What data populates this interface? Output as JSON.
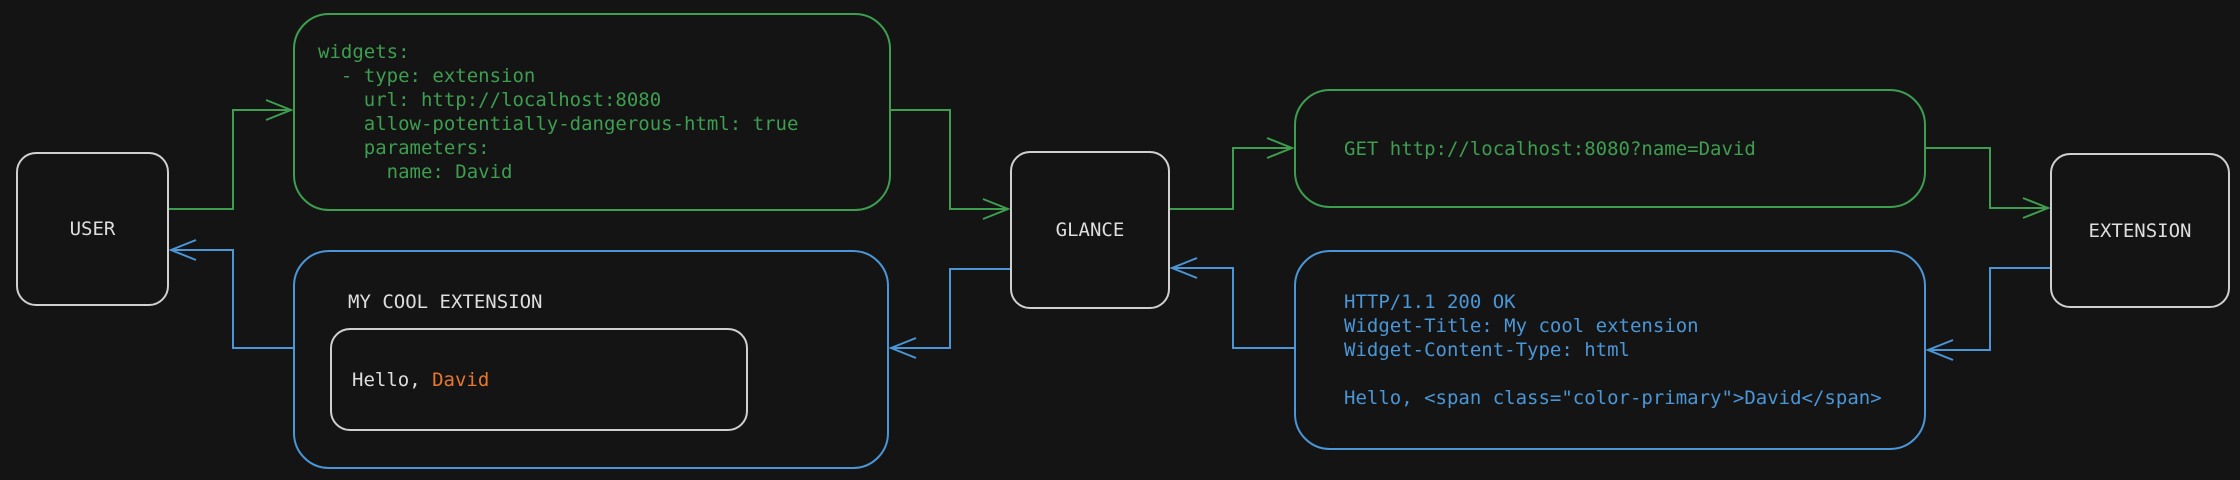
{
  "colors": {
    "background": "#141414",
    "green": "#3d9e50",
    "blue": "#4a96d6",
    "orange": "#e6782d",
    "node_border": "#d0d0d0",
    "text": "#dedede"
  },
  "nodes": {
    "user": {
      "label": "USER"
    },
    "glance": {
      "label": "GLANCE"
    },
    "extension": {
      "label": "EXTENSION"
    }
  },
  "config_box": {
    "code": "widgets:\n  - type: extension\n    url: http://localhost:8080\n    allow-potentially-dangerous-html: true\n    parameters:\n      name: David"
  },
  "request_box": {
    "code": "GET http://localhost:8080?name=David"
  },
  "response_box": {
    "code": "HTTP/1.1 200 OK\nWidget-Title: My cool extension\nWidget-Content-Type: html\n\nHello, <span class=\"color-primary\">David</span>"
  },
  "widget_box": {
    "title": "MY COOL EXTENSION",
    "hello_prefix": "Hello, ",
    "hello_name": "David"
  }
}
